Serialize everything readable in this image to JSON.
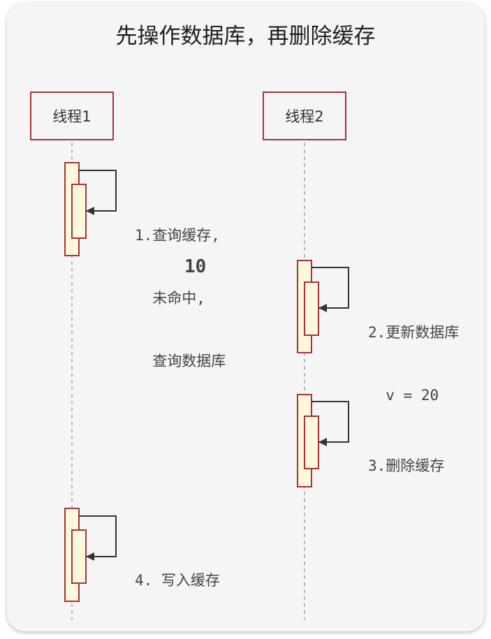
{
  "title": "先操作数据库，再删除缓存",
  "actors": [
    {
      "id": "thread1",
      "label": "线程1"
    },
    {
      "id": "thread2",
      "label": "线程2"
    }
  ],
  "steps": [
    {
      "id": "step1",
      "lines": [
        "1.查询缓存,",
        "  未命中,",
        "  查询数据库"
      ]
    },
    {
      "id": "step2",
      "lines": [
        "2.更新数据库",
        "  v = 20"
      ]
    },
    {
      "id": "step3",
      "lines": [
        "3.删除缓存"
      ]
    },
    {
      "id": "step4",
      "lines": [
        "4. 写入缓存"
      ]
    }
  ],
  "read_value": "10",
  "colors": {
    "actor_border": "#a8323a",
    "activation_fill": "#fdf7dc",
    "activation_border": "#a8323a",
    "lifeline": "#b8b8b8",
    "arrow": "#333333",
    "card_bg": "#f5f5f5"
  }
}
